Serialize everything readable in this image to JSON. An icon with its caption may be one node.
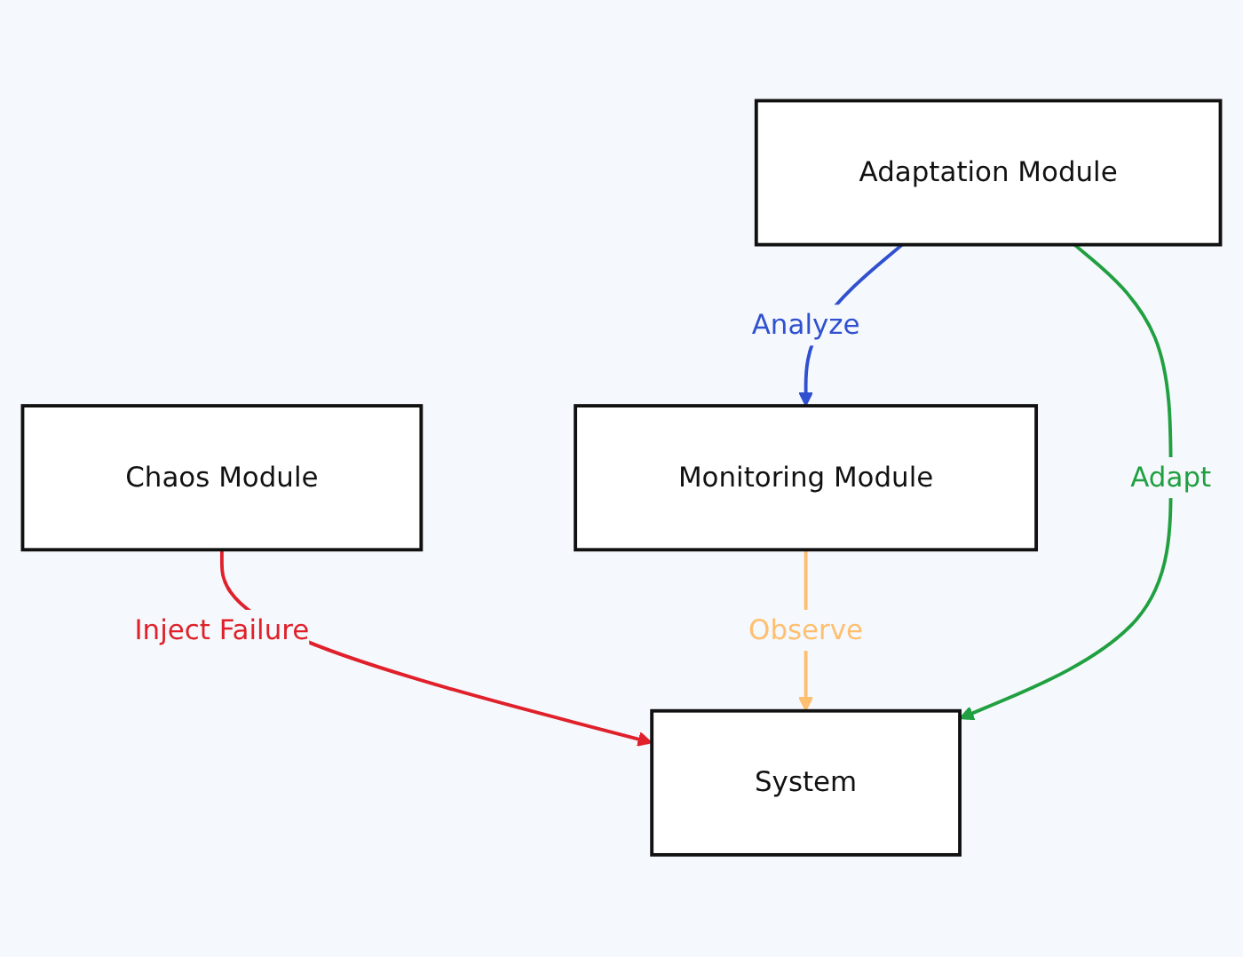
{
  "diagram": {
    "nodes": [
      {
        "text": [
          "Chaos Module"
        ]
      },
      {
        "text": [
          "System"
        ]
      },
      {
        "text": [
          "Monitoring Module"
        ]
      },
      {
        "text": [
          "Adaptation Module"
        ]
      }
    ],
    "edges": [
      {
        "from": 0,
        "to": 1,
        "arrow": "to",
        "label": "Inject Failure",
        "color": "#e0202a"
      },
      {
        "from": 2,
        "to": 1,
        "arrow": "to",
        "label": "Observe",
        "color": "#ffbf70"
      },
      {
        "from": 3,
        "to": 2,
        "arrow": "to",
        "label": "Analyze",
        "color": "#3050d0"
      },
      {
        "from": 3,
        "to": 1,
        "arrow": "to",
        "label": "Adapt",
        "color": "#20a040"
      }
    ]
  }
}
